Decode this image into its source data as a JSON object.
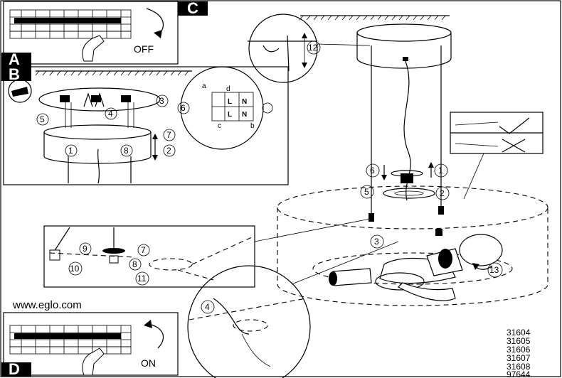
{
  "panels": {
    "a_label": "A",
    "b_label": "B",
    "c_label": "C",
    "d_label": "D"
  },
  "switch_off_text": "OFF",
  "switch_on_text": "ON",
  "website": "www.eglo.com",
  "model_numbers": [
    "31604",
    "31605",
    "31606",
    "31607",
    "31608",
    "97644"
  ],
  "step_numbers": {
    "b_1": "1",
    "b_2": "2",
    "b_3": "3",
    "b_4": "4",
    "b_5": "5",
    "b_6": "6",
    "b_7": "7",
    "b_8": "8",
    "c_12": "12",
    "main_1": "1",
    "main_2": "2",
    "main_3": "3",
    "main_4": "4",
    "main_5": "5",
    "main_6": "6",
    "det_7": "7",
    "det_8": "8",
    "det_9": "9",
    "det_10": "10",
    "det_11": "11",
    "main_13": "13"
  },
  "terminal_letters": {
    "a": "a",
    "b": "b",
    "c": "c",
    "d": "d",
    "l": "L",
    "n": "N"
  }
}
